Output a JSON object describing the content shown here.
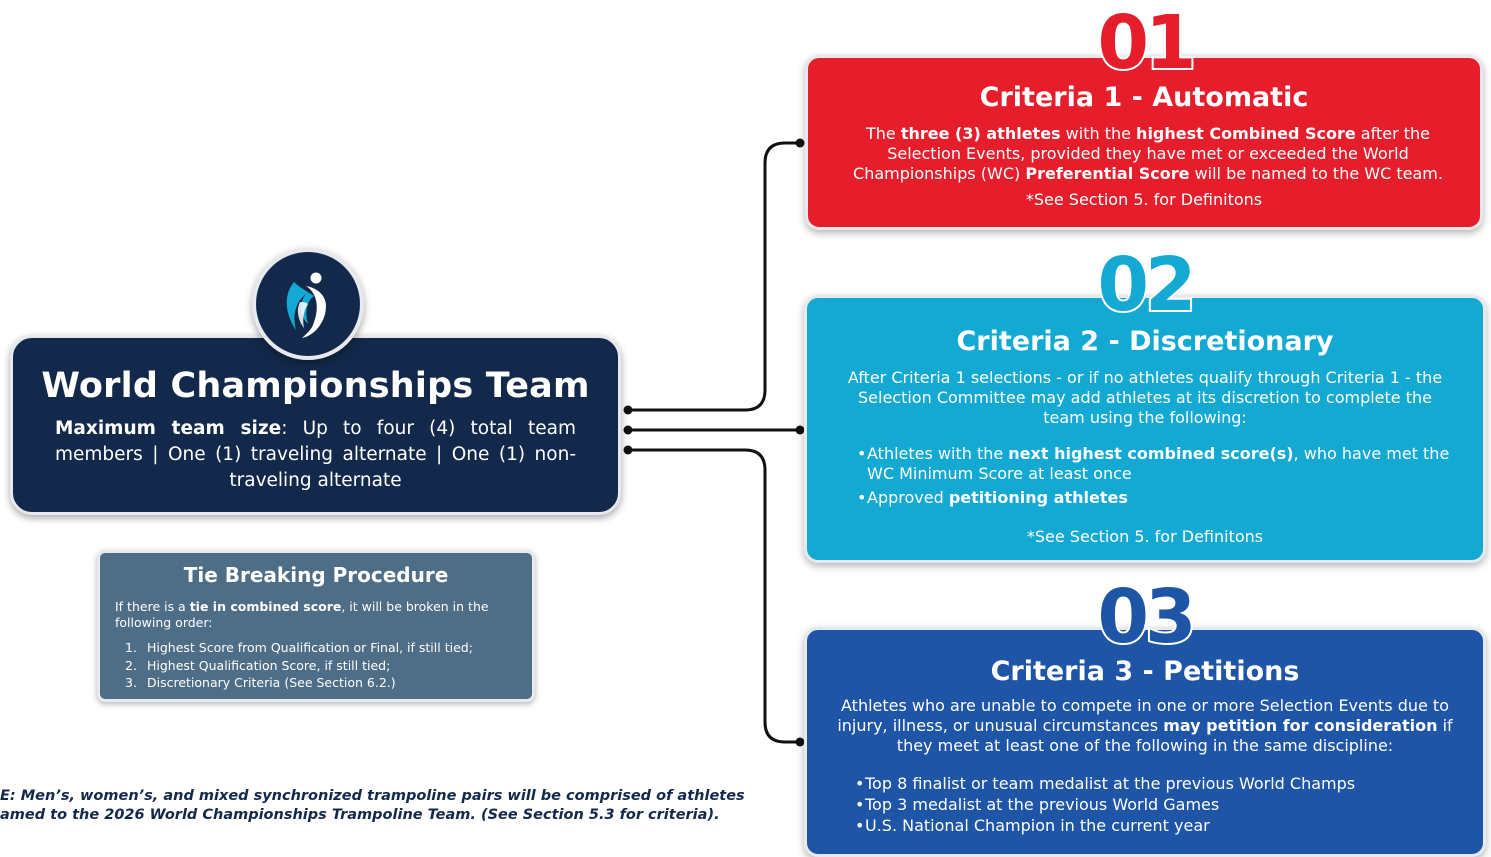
{
  "team": {
    "title": "World Championships Team",
    "size_label": "Maximum team size",
    "size_text": ": Up to four (4) total team members | One (1) traveling alternate | One (1) non-traveling alternate"
  },
  "tie_breaking": {
    "title": "Tie Breaking Procedure",
    "intro_pre": "If there is a ",
    "intro_bold": "tie in combined score",
    "intro_post": ", it will be broken in the following order:",
    "steps": [
      {
        "num": "1.",
        "text": "Highest Score from Qualification or Final, if still tied;"
      },
      {
        "num": "2.",
        "text": "Highest Qualification Score, if still tied;"
      },
      {
        "num": "3.",
        "text": "Discretionary Criteria (See Section 6.2.)"
      }
    ]
  },
  "note": {
    "line1": "E: Men’s, women’s, and mixed synchronized trampoline pairs will be comprised of athletes",
    "line2": "amed to the 2026 World Championships Trampoline Team. (See Section 5.3 for criteria)."
  },
  "criteria": [
    {
      "number": "01",
      "title": "Criteria 1 - Automatic",
      "text_parts": [
        {
          "t": "The ",
          "b": false
        },
        {
          "t": "three (3) athletes",
          "b": true
        },
        {
          "t": " with the ",
          "b": false
        },
        {
          "t": "highest Combined Score",
          "b": true
        },
        {
          "t": " after the Selection Events, provided they have met or exceeded the World Championships (WC) ",
          "b": false
        },
        {
          "t": "Preferential Score",
          "b": true
        },
        {
          "t": " will be named to the WC team.",
          "b": false
        }
      ],
      "reference": "*See Section 5. for Definitons",
      "color": "#e61e2b"
    },
    {
      "number": "02",
      "title": "Criteria 2 - Discretionary",
      "text": "After Criteria 1 selections - or if no athletes qualify through Criteria 1 - the Selection Committee may add athletes at its discretion to complete the team using the following:",
      "bullet1_pre": "Athletes with the ",
      "bullet1_bold": "next highest combined score(s)",
      "bullet1_post": ", who have met the WC Minimum Score at least once",
      "bullet2_pre": "Approved ",
      "bullet2_bold": "petitioning athletes",
      "reference": "*See Section 5. for Definitons",
      "color": "#13a9d3"
    },
    {
      "number": "03",
      "title": "Criteria 3 - Petitions",
      "text_pre": "Athletes who are unable to compete in one or more Selection Events due to injury, illness, or unusual circumstances ",
      "text_bold": "may petition for consideration",
      "text_post": " if they meet at least one of the following in the same discipline:",
      "bullets": [
        "Top 8 finalist or team medalist at the previous World Champs",
        "Top 3 medalist at the previous World Games",
        "U.S. National Champion in the current year"
      ],
      "color": "#1e55a6"
    }
  ]
}
